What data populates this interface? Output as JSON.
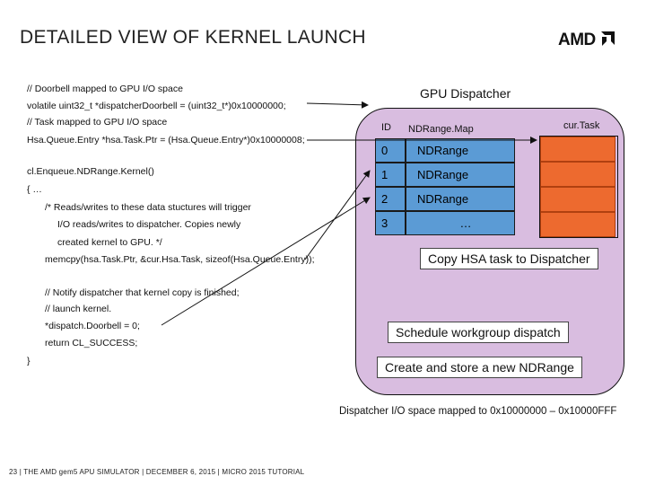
{
  "slide": {
    "title": "DETAILED VIEW OF KERNEL LAUNCH",
    "logo_text": "AMD"
  },
  "code_lines": [
    "// Doorbell mapped to GPU I/O space",
    "volatile uint32_t *dispatcherDoorbell = (uint32_t*)0x10000000;",
    "// Task mapped to GPU I/O space",
    "Hsa.Queue.Entry *hsa.Task.Ptr = (Hsa.Queue.Entry*)0x10000008;",
    "cl.Enqueue.NDRange.Kernel()",
    "{       …",
    "/* Reads/writes to these data stuctures will trigger",
    "I/O reads/writes to dispatcher. Copies newly",
    "created kernel to GPU. */",
    "memcpy(hsa.Task.Ptr, &cur.Hsa.Task, sizeof(Hsa.Queue.Entry));",
    "// Notify dispatcher that kernel copy is finished;",
    "// launch kernel.",
    "*dispatch.Doorbell = 0;",
    "return CL_SUCCESS;",
    "}"
  ],
  "dispatcher": {
    "title": "GPU Dispatcher",
    "col_id": "ID",
    "col_map": "NDRange.Map",
    "rows": [
      {
        "id": "0",
        "value": "NDRange"
      },
      {
        "id": "1",
        "value": "NDRange"
      },
      {
        "id": "2",
        "value": "NDRange"
      },
      {
        "id": "3",
        "value": "…"
      }
    ],
    "cur_task_label": "cur.Task",
    "callouts": {
      "copy": "Copy HSA task to Dispatcher",
      "schedule": "Schedule workgroup dispatch",
      "create": "Create and store a new NDRange"
    },
    "io_note": "Dispatcher I/O space mapped to 0x10000000 – 0x10000FFF"
  },
  "colors": {
    "dispatcher_bg": "#d9bde0",
    "table_blue": "#5b9bd5",
    "task_orange": "#ed6a2f"
  },
  "footer": "23  |  THE AMD gem5 APU SIMULATOR  |  DECEMBER 6, 2015  |  MICRO 2015 TUTORIAL"
}
